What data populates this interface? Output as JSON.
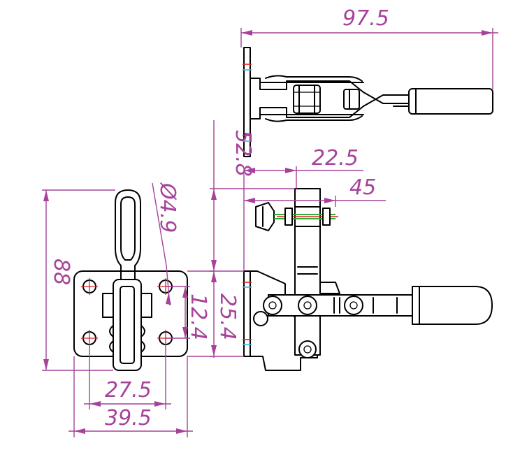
{
  "dimensions": {
    "overall_length": "97.5",
    "height_52_8": "52.8",
    "width_22_5": "22.5",
    "width_45": "45",
    "total_height": "88",
    "hole_diameter": "Ø4.9",
    "hole_spacing_vertical": "12.4",
    "base_height": "25.4",
    "hole_spacing_horizontal": "27.5",
    "base_width": "39.5"
  },
  "colors": {
    "dimension": "#a6429a",
    "centerline": "#e02020",
    "marker": "#3fb6d8",
    "spindle": "#36a836",
    "outline": "#000000"
  }
}
